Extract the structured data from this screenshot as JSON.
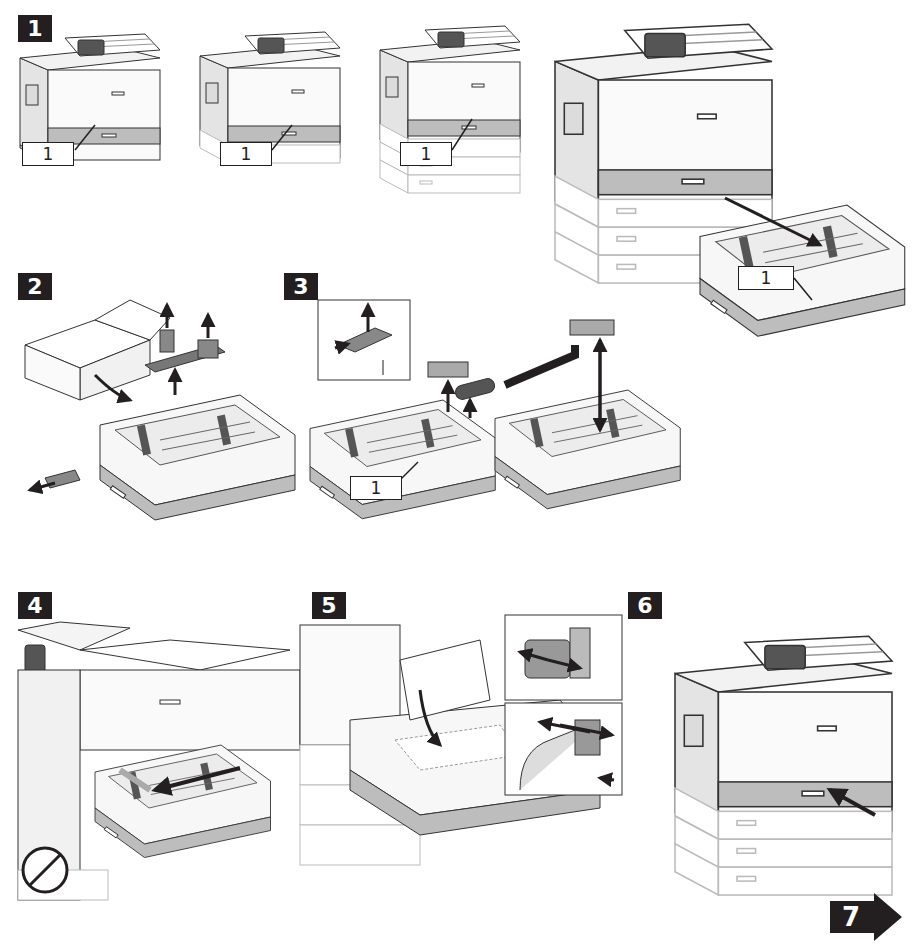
{
  "diagram": {
    "nodes": [
      {
        "text": [
          "1"
        ]
      },
      {
        "text": [
          "1"
        ]
      },
      {
        "text": [
          "1"
        ]
      },
      {
        "text": [
          "1"
        ]
      },
      {
        "text": [
          "1"
        ]
      },
      {
        "text": [
          "2"
        ]
      },
      {
        "text": [
          "3"
        ]
      },
      {
        "text": [
          "1"
        ]
      },
      {
        "text": [
          "4"
        ]
      },
      {
        "text": [
          "5"
        ]
      },
      {
        "text": [
          "6"
        ]
      },
      {
        "text": [
          "7"
        ]
      }
    ]
  }
}
